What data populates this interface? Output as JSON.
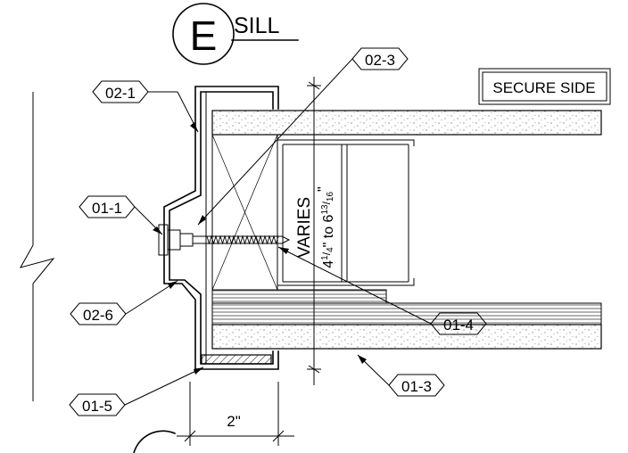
{
  "title": {
    "letter": "E",
    "label": "SILL"
  },
  "secure_side_label": "SECURE SIDE",
  "tags": [
    {
      "id": "tag-02-3",
      "text": "02-3"
    },
    {
      "id": "tag-02-1",
      "text": "02-1"
    },
    {
      "id": "tag-01-1",
      "text": "01-1"
    },
    {
      "id": "tag-02-6",
      "text": "02-6"
    },
    {
      "id": "tag-01-4",
      "text": "01-4"
    },
    {
      "id": "tag-01-5",
      "text": "01-5"
    },
    {
      "id": "tag-01-3",
      "text": "01-3"
    }
  ],
  "dimensions": {
    "varies_label": "VARIES",
    "varies_range": {
      "lower_whole": "4",
      "lower_num": "1",
      "lower_den": "4",
      "mid": "\" to 6",
      "upper_num": "13",
      "upper_den": "16",
      "end": "\""
    },
    "bottom_width": "2\""
  }
}
